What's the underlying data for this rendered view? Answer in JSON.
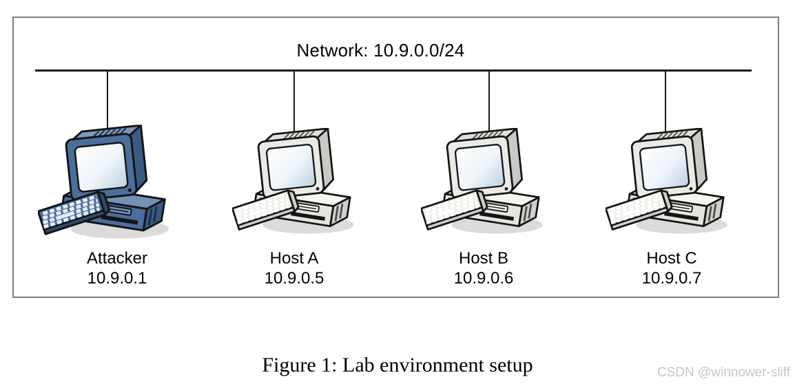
{
  "diagram": {
    "network_label": "Network: 10.9.0.0/24",
    "nodes": [
      {
        "name": "Attacker",
        "ip": "10.9.0.1",
        "variant": "attacker"
      },
      {
        "name": "Host A",
        "ip": "10.9.0.5",
        "variant": "host"
      },
      {
        "name": "Host B",
        "ip": "10.9.0.6",
        "variant": "host"
      },
      {
        "name": "Host C",
        "ip": "10.9.0.7",
        "variant": "host"
      }
    ],
    "colors": {
      "attacker_body": "#4c6e9c",
      "host_body": "#eaeae6",
      "outline": "#141414",
      "wire": "#1a1a1a",
      "frame_border": "#7c7c7c"
    }
  },
  "caption": {
    "text": "Figure 1: Lab environment setup"
  },
  "watermark": {
    "text": "CSDN @winnower-sliff"
  }
}
